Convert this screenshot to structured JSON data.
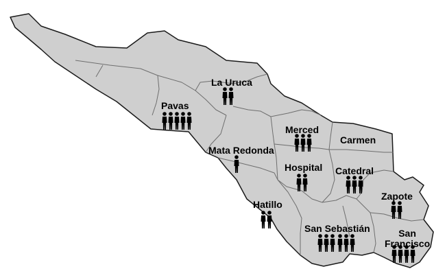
{
  "map": {
    "fill_color": "#cfcfcf",
    "stroke_color": "#1a1a1a",
    "inner_line_color": "#6e6e6e",
    "icon_color": "#000000",
    "icon_name": "person-icon"
  },
  "districts": [
    {
      "id": "la-uruca",
      "label": "La Uruca",
      "people": 2
    },
    {
      "id": "pavas",
      "label": "Pavas",
      "people": 5
    },
    {
      "id": "merced",
      "label": "Merced",
      "people": 3
    },
    {
      "id": "carmen",
      "label": "Carmen",
      "people": 0
    },
    {
      "id": "mata-redonda",
      "label": "Mata Redonda",
      "people": 1
    },
    {
      "id": "hospital",
      "label": "Hospital",
      "people": 2
    },
    {
      "id": "catedral",
      "label": "Catedral",
      "people": 3
    },
    {
      "id": "zapote",
      "label": "Zapote",
      "people": 2
    },
    {
      "id": "hatillo",
      "label": "Hatillo",
      "people": 2
    },
    {
      "id": "san-sebastian",
      "label": "San Sebastián",
      "people": 6
    },
    {
      "id": "san-francisco",
      "label": "San\nFrancisco",
      "people": 4
    }
  ]
}
